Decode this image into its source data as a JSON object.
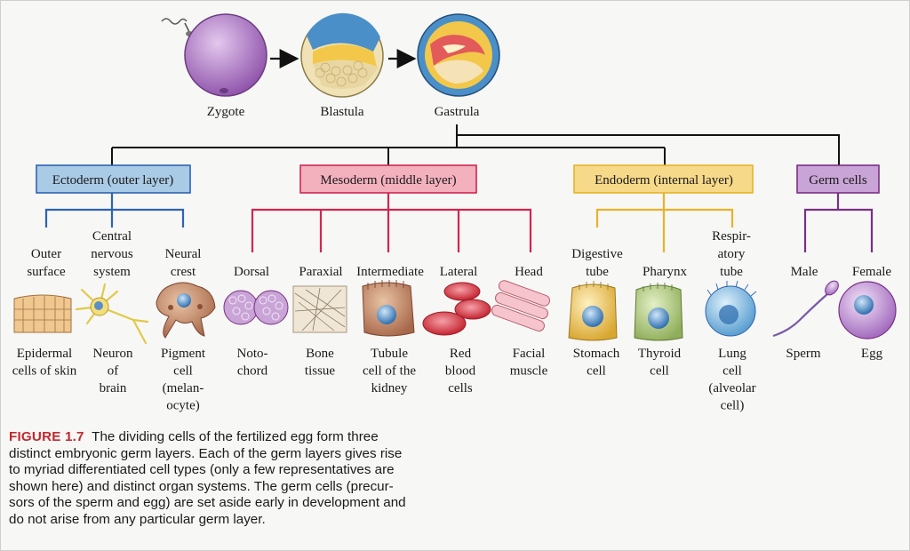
{
  "stages": [
    "Zygote",
    "Blastula",
    "Gastrula"
  ],
  "layers": {
    "ectoderm": {
      "header": "Ectoderm (outer layer)",
      "color": "#2e63b5",
      "fill": "#aacbe6",
      "branches": [
        [
          "Outer",
          "surface"
        ],
        [
          "Central",
          "nervous",
          "system"
        ],
        [
          "Neural",
          "crest"
        ]
      ],
      "cells": [
        [
          "Epidermal",
          "cells of skin"
        ],
        [
          "Neuron",
          "of",
          "brain"
        ],
        [
          "Pigment",
          "cell",
          "(melan-",
          "ocyte)"
        ]
      ]
    },
    "mesoderm": {
      "header": "Mesoderm (middle layer)",
      "color": "#d1264f",
      "fill": "#f3b0bd",
      "branches": [
        [
          "Dorsal"
        ],
        [
          "Paraxial"
        ],
        [
          "Intermediate"
        ],
        [
          "Lateral"
        ],
        [
          "Head"
        ]
      ],
      "cells": [
        [
          "Noto-",
          "chord"
        ],
        [
          "Bone",
          "tissue"
        ],
        [
          "Tubule",
          "cell of the",
          "kidney"
        ],
        [
          "Red",
          "blood",
          "cells"
        ],
        [
          "Facial",
          "muscle"
        ]
      ]
    },
    "endoderm": {
      "header": "Endoderm (internal layer)",
      "color": "#e7b32a",
      "fill": "#f7d98a",
      "branches": [
        [
          "Digestive",
          "tube"
        ],
        [
          "Pharynx"
        ],
        [
          "Respir-",
          "atory",
          "tube"
        ]
      ],
      "cells": [
        [
          "Stomach",
          "cell"
        ],
        [
          "Thyroid",
          "cell"
        ],
        [
          "Lung",
          "cell",
          "(alveolar",
          "cell)"
        ]
      ]
    },
    "germ": {
      "header": "Germ cells",
      "color": "#7a2f86",
      "fill": "#c9a4d6",
      "branches": [
        [
          "Male"
        ],
        [
          "Female"
        ]
      ],
      "cells": [
        [
          "Sperm"
        ],
        [
          "Egg"
        ]
      ]
    }
  },
  "caption": {
    "figure_label": "FIGURE 1.7",
    "lines": [
      "The dividing cells of the fertilized egg form three",
      "distinct embryonic germ layers. Each of the germ layers gives rise",
      "to myriad differentiated cell types (only a few representatives are",
      "shown here) and distinct organ systems. The germ cells (precur-",
      "sors of the sperm and egg) are set aside early in development and",
      "do not arise from any particular germ layer."
    ]
  }
}
